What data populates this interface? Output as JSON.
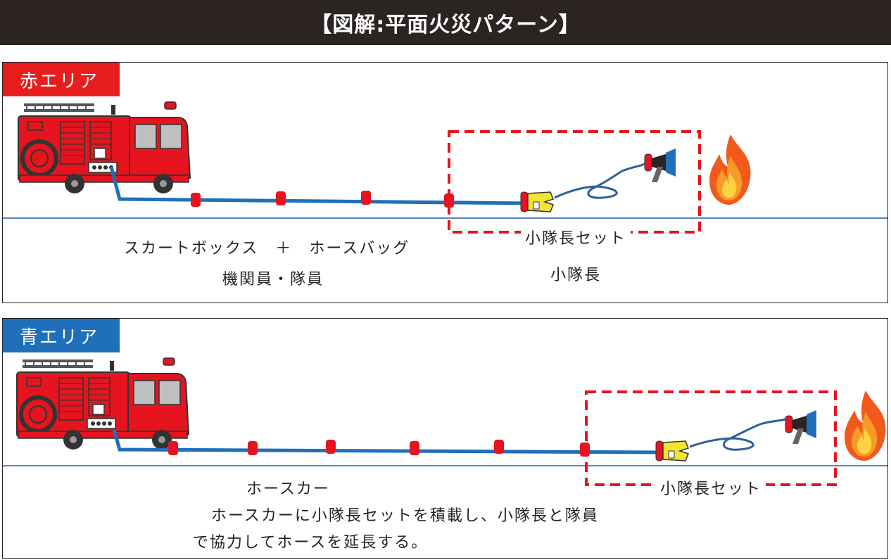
{
  "title": "【図解:平面火災パターン】",
  "panels": {
    "red": {
      "tag": "赤エリア",
      "label_left_1": "スカートボックス　＋　ホースバッグ",
      "label_left_2": "機関員・隊員",
      "box_label": "小隊長セット",
      "label_right": "小隊長"
    },
    "blue": {
      "tag": "青エリア",
      "label_left": "ホースカー",
      "box_label": "小隊長セット",
      "desc_1": "ホースカーに小隊長セットを積載し、小隊長と隊員",
      "desc_2": "で協力してホースを延長する。"
    }
  },
  "colors": {
    "red_area": "#e81e1e",
    "blue_area": "#1f6fba",
    "hose": "#1f6fba",
    "coupling": "#e5141f",
    "dashed_box": "#e5141f",
    "ground_line": "#1f5fa8",
    "title_bg": "#2b2422"
  },
  "icons": [
    "fire-truck-icon",
    "fire-flame-icon",
    "nozzle-icon",
    "hose-coupling-icon",
    "coiled-hose-icon"
  ]
}
